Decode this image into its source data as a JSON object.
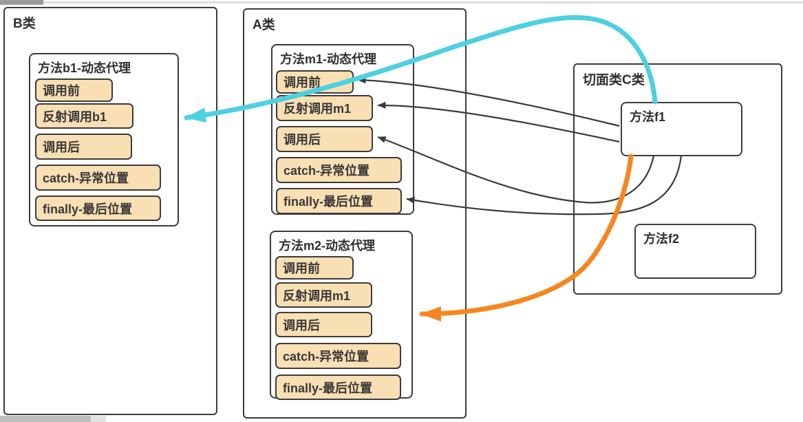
{
  "colors": {
    "background": "#ffffff",
    "box_border": "#3b3b3b",
    "item_fill": "#f9dfb4",
    "text": "#2e2e2e",
    "cyan_arrow": "#4dd0e1",
    "orange_arrow": "#f6861f",
    "thin_arrow": "#3a3a3a",
    "scrollbar_thumb": "#9b9b9b"
  },
  "class_b": {
    "title": "B类",
    "method_b1": {
      "title": "方法b1-动态代理",
      "items": [
        "调用前",
        "反射调用b1",
        "调用后",
        "catch-异常位置",
        "finally-最后位置"
      ]
    }
  },
  "class_a": {
    "title": "A类",
    "method_m1": {
      "title": "方法m1-动态代理",
      "items": [
        "调用前",
        "反射调用m1",
        "调用后",
        "catch-异常位置",
        "finally-最后位置"
      ]
    },
    "method_m2": {
      "title": "方法m2-动态代理",
      "items": [
        "调用前",
        "反射调用m1",
        "调用后",
        "catch-异常位置",
        "finally-最后位置"
      ]
    }
  },
  "class_c": {
    "title": "切面类C类",
    "method_f1": {
      "title": "方法f1"
    },
    "method_f2": {
      "title": "方法f2"
    }
  },
  "arrows": [
    {
      "from": "方法f1",
      "to": "方法b1-动态代理 (反射调用b1)",
      "style": "thick",
      "color": "#4dd0e1"
    },
    {
      "from": "方法f1",
      "to": "方法m2-动态代理 (调用后)",
      "style": "thick",
      "color": "#f6861f"
    },
    {
      "from": "方法f1",
      "to": "方法m1 调用前",
      "style": "thin",
      "color": "#3a3a3a"
    },
    {
      "from": "方法f1",
      "to": "方法m1 反射调用m1",
      "style": "thin",
      "color": "#3a3a3a"
    },
    {
      "from": "方法f1",
      "to": "方法m1 调用后",
      "style": "thin",
      "color": "#3a3a3a"
    },
    {
      "from": "方法f1",
      "to": "方法m1 finally-最后位置",
      "style": "thin",
      "color": "#3a3a3a"
    }
  ]
}
